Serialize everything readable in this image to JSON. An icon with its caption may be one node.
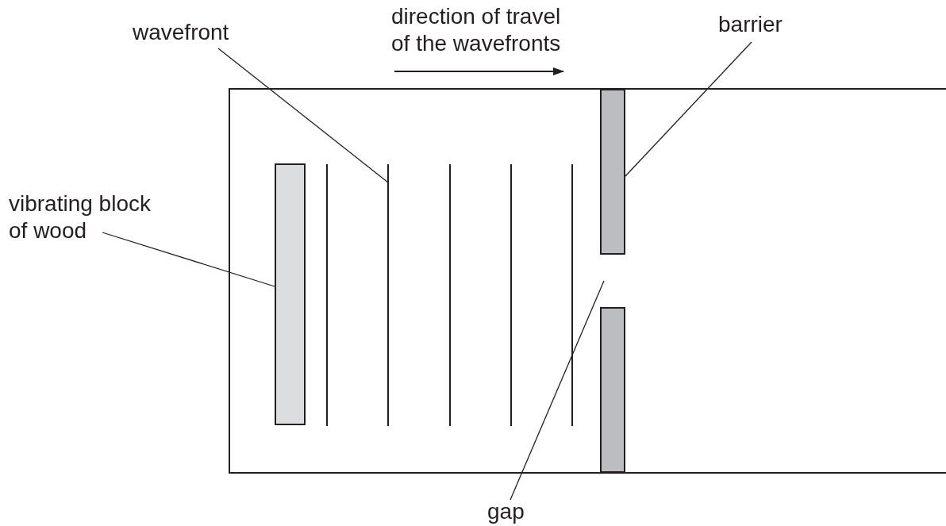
{
  "diagram": {
    "nodes": [
      {
        "text": [
          "wavefront"
        ]
      },
      {
        "text": [],
        "shape": "bar"
      },
      {
        "text": [
          "barrier"
        ]
      },
      {
        "text": [],
        "shape": "bar"
      },
      {
        "text": [],
        "shape": "bar"
      },
      {
        "text": [
          "vibrating block of wood"
        ]
      },
      {
        "text": [],
        "shape": "box"
      },
      {
        "text": [
          "gap"
        ]
      }
    ],
    "edges": [
      {
        "from": 0,
        "to": 1,
        "arrow": "none"
      },
      {
        "from": 2,
        "to": 3,
        "arrow": "none"
      },
      {
        "from": 5,
        "to": 6,
        "arrow": "none"
      },
      {
        "from": 7,
        "to": null,
        "arrow": "none"
      }
    ],
    "labels": [
      "direction of travel of the wavefronts"
    ]
  }
}
